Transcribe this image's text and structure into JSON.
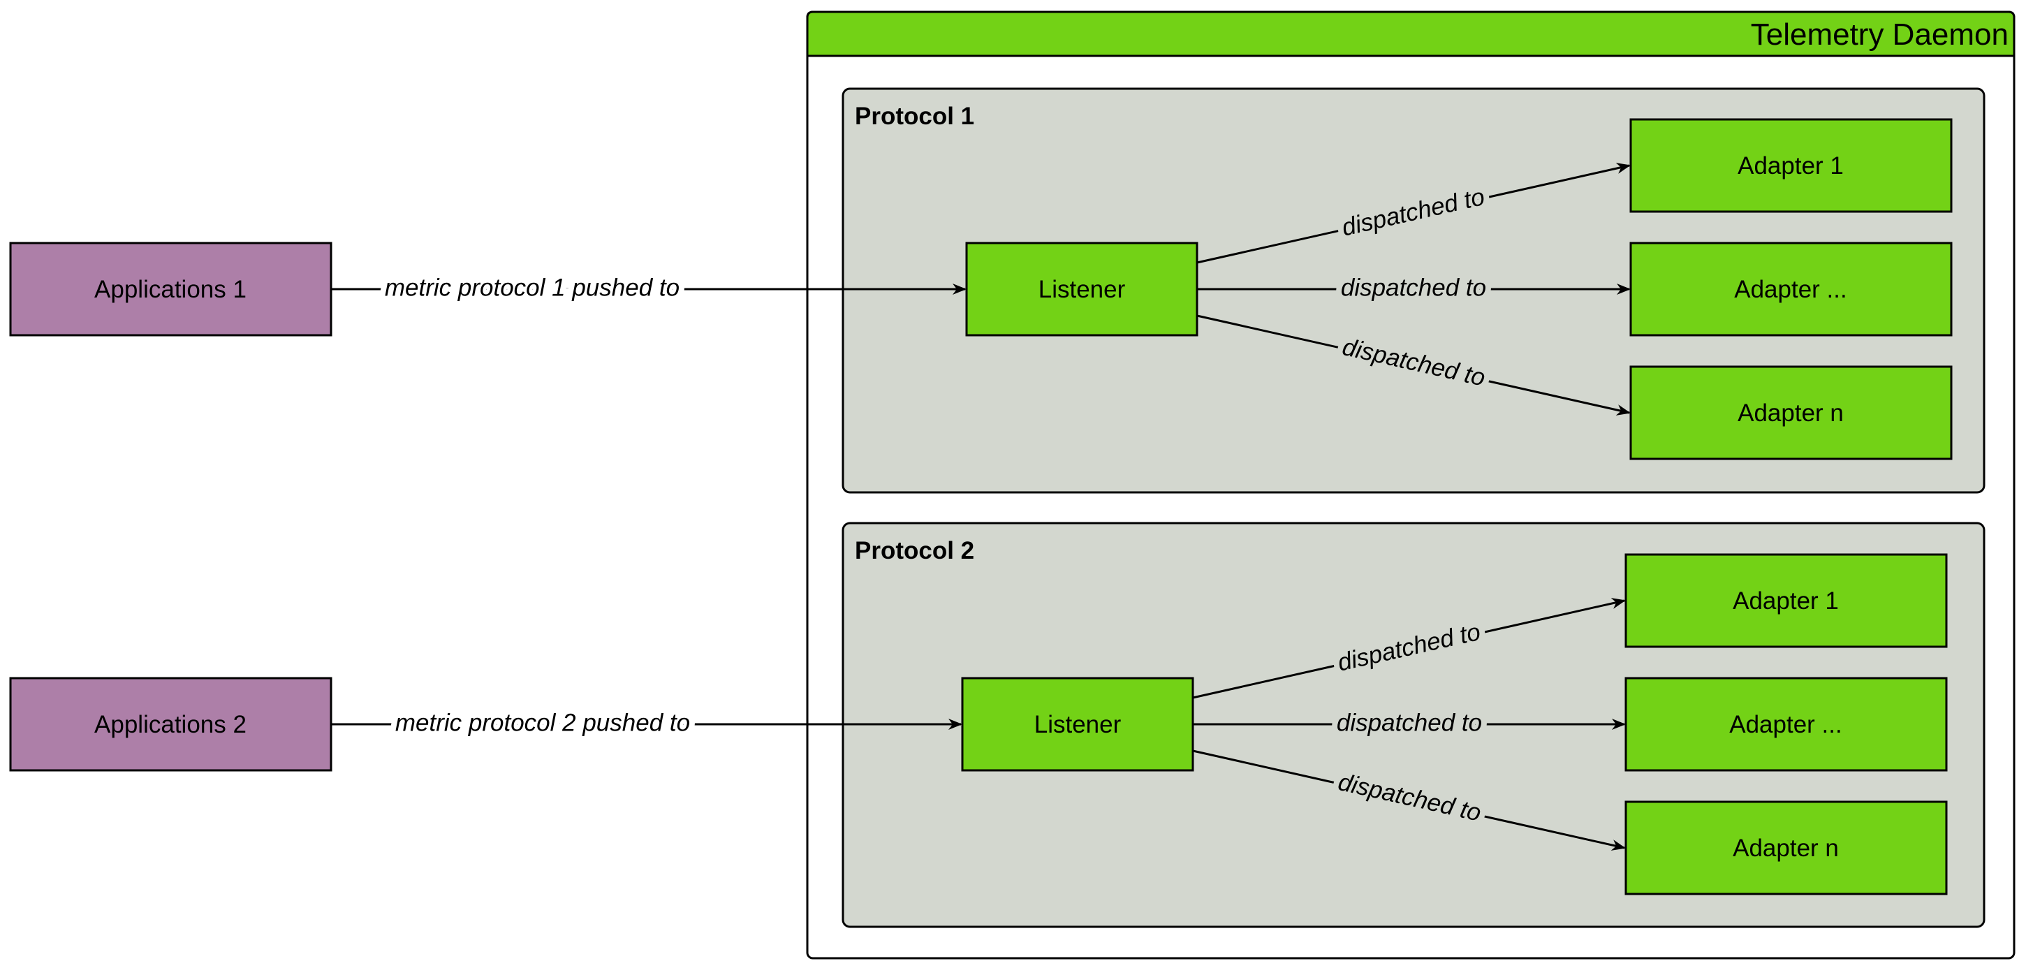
{
  "diagram": {
    "colors": {
      "application_fill": "#ad7fa8",
      "component_fill": "#73d216",
      "group_fill": "#d3d7cf",
      "header_fill": "#73d216",
      "stroke": "#000000"
    },
    "daemon": {
      "title": "Telemetry Daemon"
    },
    "applications": [
      {
        "label": "Applications 1"
      },
      {
        "label": "Applications 2"
      }
    ],
    "push_edges": [
      {
        "label": "metric protocol 1 pushed to"
      },
      {
        "label": "metric protocol 2 pushed to"
      }
    ],
    "protocols": [
      {
        "title": "Protocol 1",
        "listener": "Listener",
        "adapters": [
          "Adapter 1",
          "Adapter ...",
          "Adapter n"
        ],
        "dispatch_labels": [
          "dispatched to",
          "dispatched to",
          "dispatched to"
        ]
      },
      {
        "title": "Protocol 2",
        "listener": "Listener",
        "adapters": [
          "Adapter 1",
          "Adapter ...",
          "Adapter n"
        ],
        "dispatch_labels": [
          "dispatched to",
          "dispatched to",
          "dispatched to"
        ]
      }
    ]
  }
}
